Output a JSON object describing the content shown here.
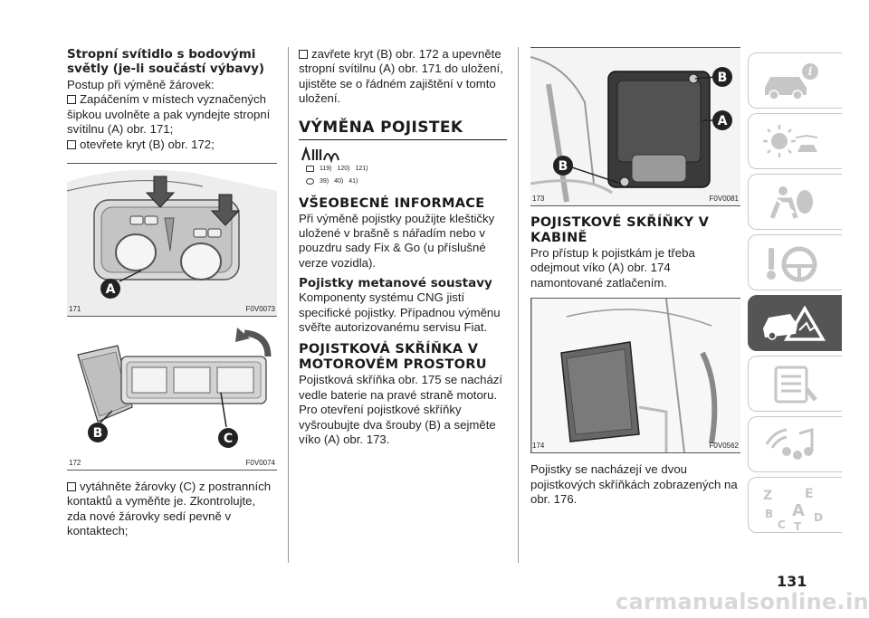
{
  "page_number": "131",
  "watermark": "carmanualsonline.info",
  "col1": {
    "heading": "Stropní svítidlo s bodovými světly (je-li součástí výbavy)",
    "intro": "Postup při výměně žárovek:",
    "bullet1": "Zapáčením v místech vyznačených šipkou uvolněte a pak vyndejte stropní svítilnu (A) obr. 171;",
    "bullet2": "otevřete kryt (B) obr. 172;",
    "fig171": {
      "number": "171",
      "code": "F0V0073",
      "label_a": "A"
    },
    "fig172": {
      "number": "172",
      "code": "F0V0074",
      "label_b": "B",
      "label_c": "C"
    },
    "bullet3": "vytáhněte žárovky (C) z postranních kontaktů a vyměňte je. Zkontrolujte, zda nové žárovky sedí pevně v kontaktech;"
  },
  "col2": {
    "bullet4": "zavřete kryt (B) obr. 172 a upevněte stropní svítilnu (A) obr. 171 do uložení, ujistěte se o řádném zajištění v tomto uložení.",
    "heading_main": "VÝMĚNA POJISTEK",
    "refs_row1": [
      "119)",
      "120)",
      "121)"
    ],
    "refs_row2": [
      "39)",
      "40)",
      "41)"
    ],
    "heading_general": "VŠEOBECNÉ INFORMACE",
    "general_text": "Při výměně pojistky použijte kleštičky uložené v brašně s nářadím nebo v pouzdru sady Fix & Go (u příslušné verze vozidla).",
    "heading_methane": "Pojistky metanové soustavy",
    "methane_text": "Komponenty systému CNG jistí specifické pojistky. Případnou výměnu svěřte autorizovanému servisu Fiat.",
    "heading_engine": "POJISTKOVÁ SKŘÍŇKA V MOTOROVÉM PROSTORU",
    "engine_text": "Pojistková skříňka obr. 175 se nachází vedle baterie na pravé straně motoru. Pro otevření pojistkové skříňky vyšroubujte dva šrouby (B) a sejměte víko (A) obr. 173."
  },
  "col3": {
    "fig173": {
      "number": "173",
      "code": "F0V0081",
      "label_a": "A",
      "label_b1": "B",
      "label_b2": "B"
    },
    "heading_cabin": "POJISTKOVÉ SKŘÍŇKY V KABINĚ",
    "cabin_text": "Pro přístup k pojistkám je třeba odejmout víko (A) obr. 174 namontované zatlačením.",
    "fig174": {
      "number": "174",
      "code": "F0V0562"
    },
    "cabin_text2": "Pojistky se nacházejí ve dvou pojistkových skříňkách zobrazených na obr. 176."
  },
  "tabs": [
    {
      "icon": "car-info-icon",
      "active": false
    },
    {
      "icon": "dashboard-lights-icon",
      "active": false
    },
    {
      "icon": "safety-airbag-icon",
      "active": false
    },
    {
      "icon": "steering-wheel-key-icon",
      "active": false
    },
    {
      "icon": "emergency-warning-icon",
      "active": true
    },
    {
      "icon": "maintenance-list-icon",
      "active": false
    },
    {
      "icon": "multimedia-icon",
      "active": false
    },
    {
      "icon": "index-letters-icon",
      "active": false
    }
  ],
  "index_tab_letters": [
    "Z",
    "E",
    "B",
    "A",
    "C",
    "D",
    "T"
  ]
}
